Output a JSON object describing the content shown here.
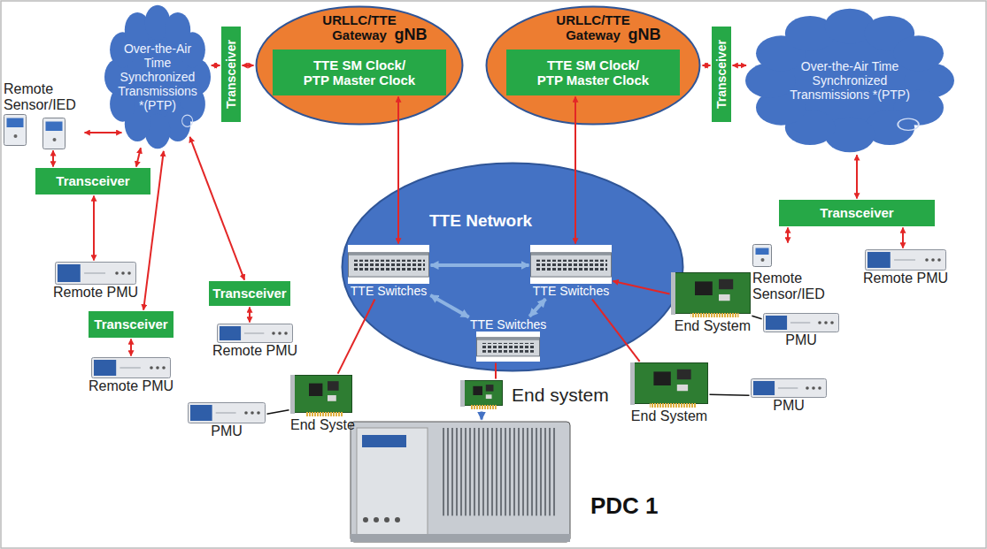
{
  "diagram": {
    "nodes": [
      {
        "text": [
          "Over-the-Air Time Synchronized Transmissions *(PTP)"
        ]
      },
      {
        "text": [
          "Transceiver"
        ]
      },
      {
        "text": [
          "URLLC/TTE Gateway",
          "gNB"
        ]
      },
      {
        "text": [
          "TTE SM Clock/ PTP Master Clock"
        ],
        "in": 2
      },
      {
        "text": [
          "URLLC/TTE Gateway",
          "gNB"
        ]
      },
      {
        "text": [
          "TTE SM Clock/ PTP Master Clock"
        ],
        "in": 4
      },
      {
        "text": [
          "Transceiver"
        ]
      },
      {
        "text": [
          "Over-the-Air Time Synchronized Transmissions *(PTP)"
        ]
      },
      {
        "text": [
          "Remote Sensor/IED"
        ]
      },
      {
        "text": [
          "Transceiver"
        ]
      },
      {
        "text": [
          "TTE Network"
        ]
      },
      {
        "text": [
          "TTE Switches"
        ],
        "in": 10
      },
      {
        "text": [
          "TTE Switches"
        ],
        "in": 10
      },
      {
        "text": [
          "TTE Switches"
        ],
        "in": 10
      },
      {
        "text": [
          "Transceiver"
        ]
      },
      {
        "text": [
          "Remote Sensor/IED"
        ]
      },
      {
        "text": [
          "Remote PMU"
        ]
      },
      {
        "text": [
          "Remote PMU"
        ]
      },
      {
        "text": [
          "Transceiver"
        ]
      },
      {
        "text": [
          "Remote PMU"
        ]
      },
      {
        "text": [
          "Transceiver"
        ]
      },
      {
        "text": [
          "Remote PMU"
        ]
      },
      {
        "text": [
          "End System"
        ]
      },
      {
        "text": [
          "PMU"
        ]
      },
      {
        "text": [
          "End System"
        ]
      },
      {
        "text": [
          "PMU"
        ]
      },
      {
        "text": [
          "End Syste"
        ]
      },
      {
        "text": [
          "PMU"
        ]
      },
      {
        "text": [
          "End system"
        ]
      },
      {
        "text": [
          "PDC 1"
        ]
      }
    ],
    "edges": [
      {
        "from": 0,
        "to": 1,
        "arrow": "both"
      },
      {
        "from": 1,
        "to": 2,
        "arrow": "both"
      },
      {
        "from": 4,
        "to": 6,
        "arrow": "both"
      },
      {
        "from": 6,
        "to": 7,
        "arrow": "both"
      },
      {
        "from": 8,
        "to": 0,
        "arrow": "both"
      },
      {
        "from": 8,
        "to": 9,
        "arrow": "both"
      },
      {
        "from": 9,
        "to": 0,
        "arrow": "both"
      },
      {
        "from": 9,
        "to": 17,
        "arrow": "both"
      },
      {
        "from": 0,
        "to": 18,
        "arrow": "both"
      },
      {
        "from": 0,
        "to": 20,
        "arrow": "both"
      },
      {
        "from": 18,
        "to": 19,
        "arrow": "both"
      },
      {
        "from": 20,
        "to": 21,
        "arrow": "both"
      },
      {
        "from": 7,
        "to": 14,
        "arrow": "both"
      },
      {
        "from": 14,
        "to": 15,
        "arrow": "both"
      },
      {
        "from": 14,
        "to": 16,
        "arrow": "both"
      },
      {
        "from": 3,
        "to": 11,
        "arrow": "both"
      },
      {
        "from": 5,
        "to": 12,
        "arrow": "both"
      },
      {
        "from": 11,
        "to": 12,
        "arrow": "both"
      },
      {
        "from": 11,
        "to": 13,
        "arrow": "both"
      },
      {
        "from": 12,
        "to": 13,
        "arrow": "both"
      },
      {
        "from": 22,
        "to": 12,
        "arrow": "to"
      },
      {
        "from": 24,
        "to": 12,
        "arrow": "none"
      },
      {
        "from": 22,
        "to": 23,
        "arrow": "none"
      },
      {
        "from": 24,
        "to": 25,
        "arrow": "none"
      },
      {
        "from": 26,
        "to": 11,
        "arrow": "none"
      },
      {
        "from": 27,
        "to": 26,
        "arrow": "none"
      },
      {
        "from": 13,
        "to": 28,
        "arrow": "none"
      },
      {
        "from": 28,
        "to": 29,
        "arrow": "to"
      }
    ]
  }
}
